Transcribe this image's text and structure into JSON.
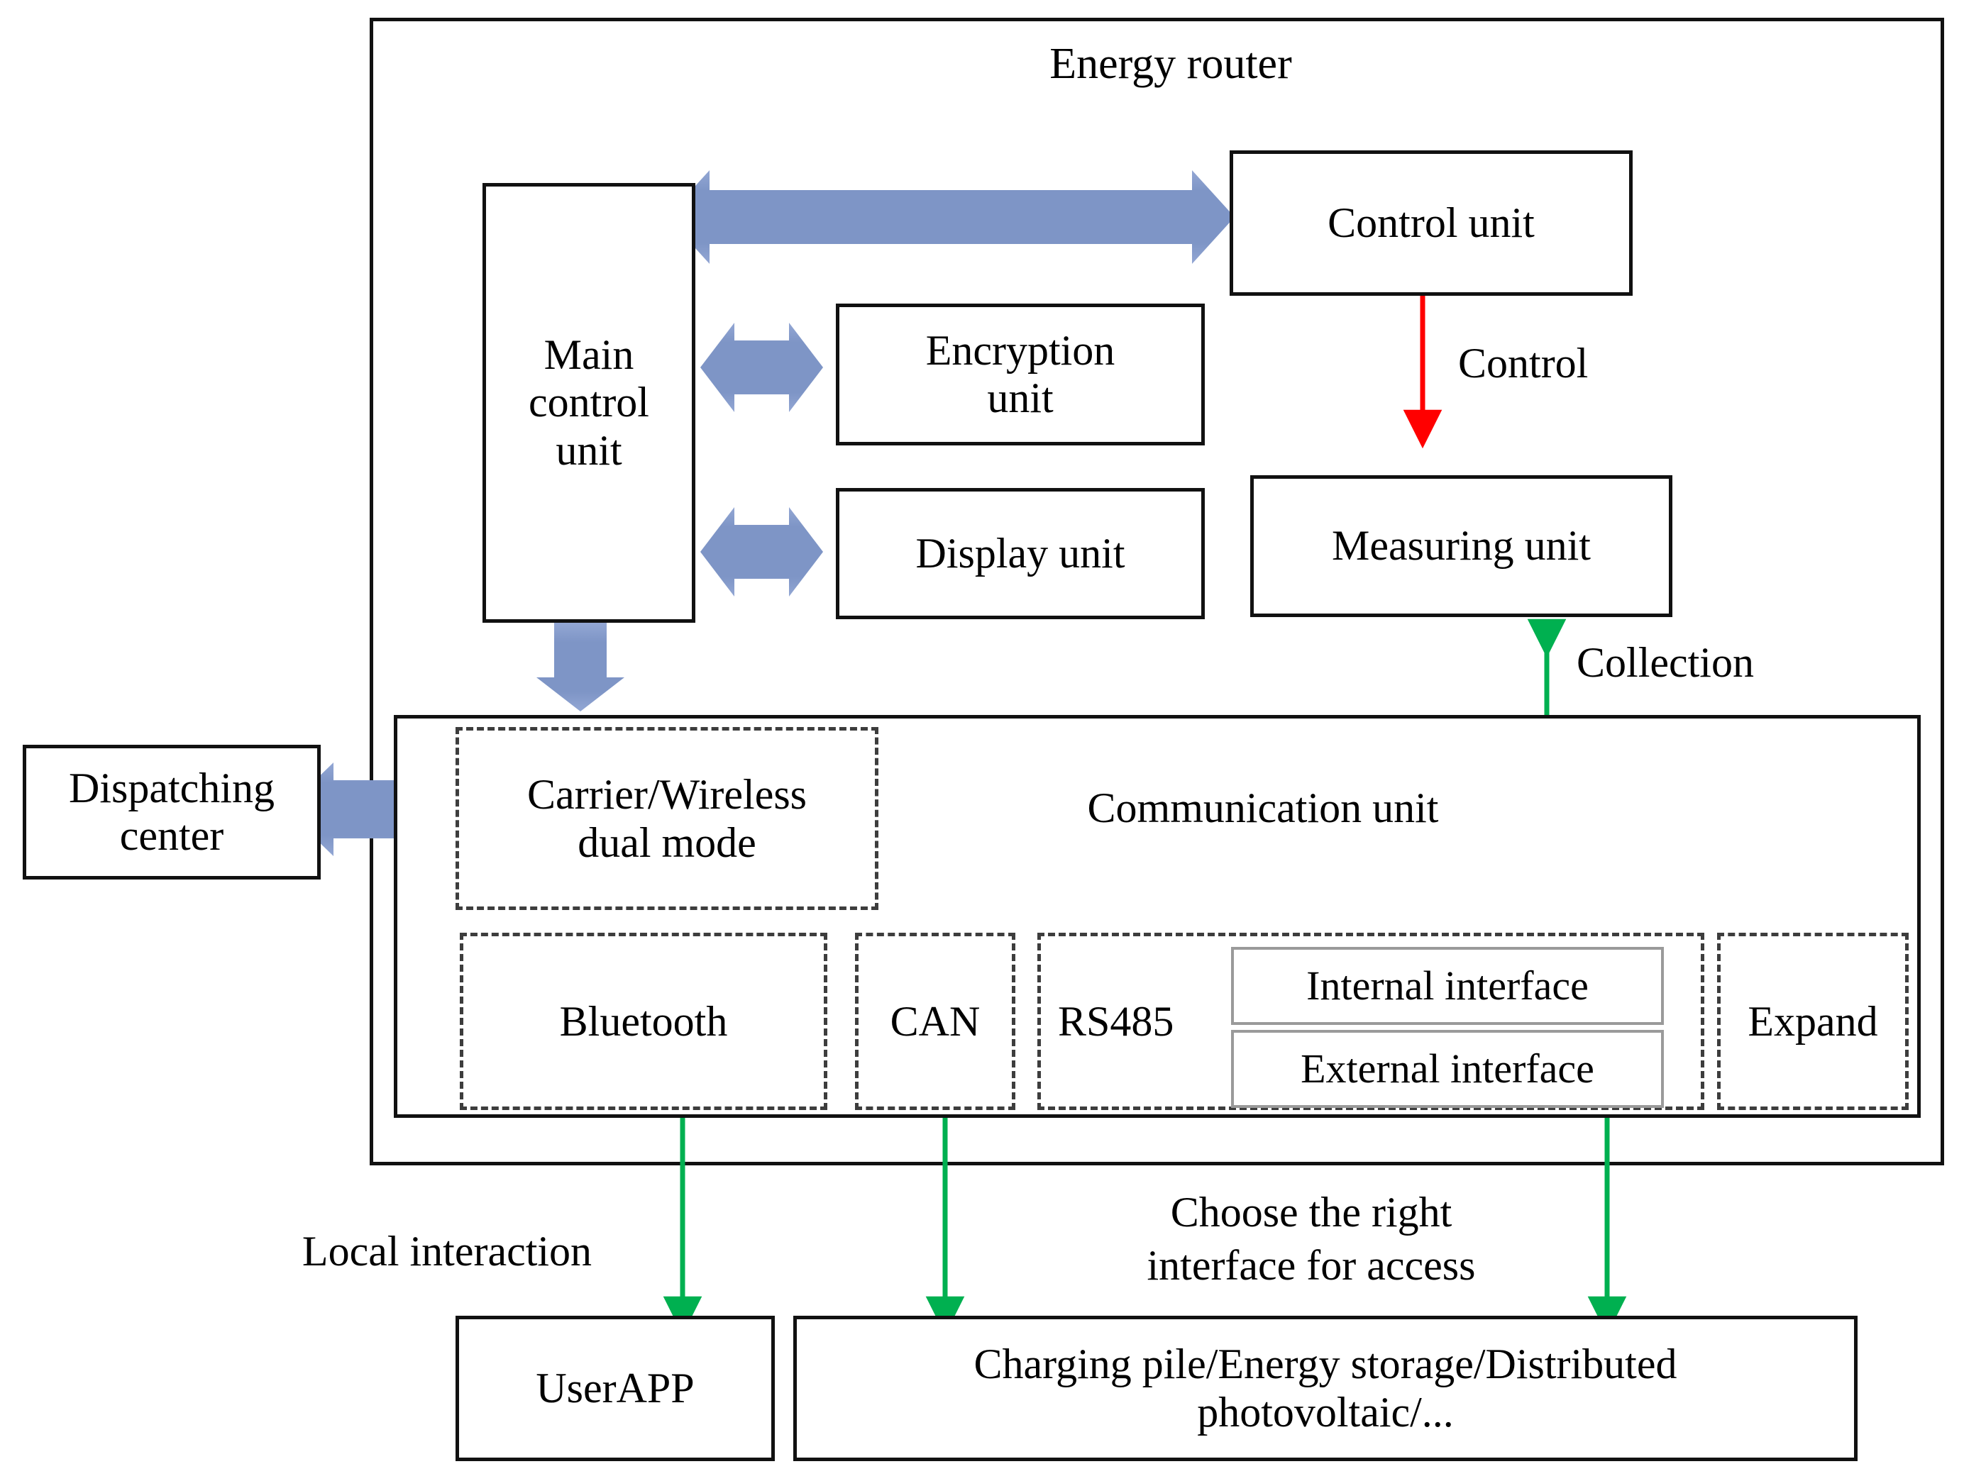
{
  "diagram": {
    "title": "Energy router",
    "colors": {
      "block_arrow_blue": "#8095c8",
      "control_arrow_red": "#ff0000",
      "data_arrow_green": "#00b050",
      "solid_border": "#111111",
      "dashed_border": "#3d3d3d",
      "light_border": "#9a9a9a"
    }
  },
  "outer": {
    "label": "Energy router"
  },
  "blocks": {
    "main_control_unit": "Main\ncontrol\nunit",
    "main_control_unit_lines": [
      "Main",
      "control",
      "unit"
    ],
    "control_unit": "Control unit",
    "encryption_unit_lines": [
      "Encryption",
      "unit"
    ],
    "display_unit": "Display unit",
    "measuring_unit": "Measuring unit",
    "dispatching_center_lines": [
      "Dispatching",
      "center"
    ],
    "communication_unit": "Communication unit",
    "carrier_wireless_lines": [
      "Carrier/Wireless",
      "dual mode"
    ],
    "bluetooth": "Bluetooth",
    "can": "CAN",
    "rs485": "RS485",
    "internal_interface": "Internal interface",
    "external_interface": "External interface",
    "expand": "Expand",
    "user_app": "UserAPP",
    "loads_lines": [
      "Charging pile/Energy storage/Distributed",
      "photovoltaic/..."
    ]
  },
  "edge_labels": {
    "control": "Control",
    "collection": "Collection",
    "local_interaction": "Local interaction",
    "choose_interface_lines": [
      "Choose the right",
      "interface for access"
    ]
  }
}
